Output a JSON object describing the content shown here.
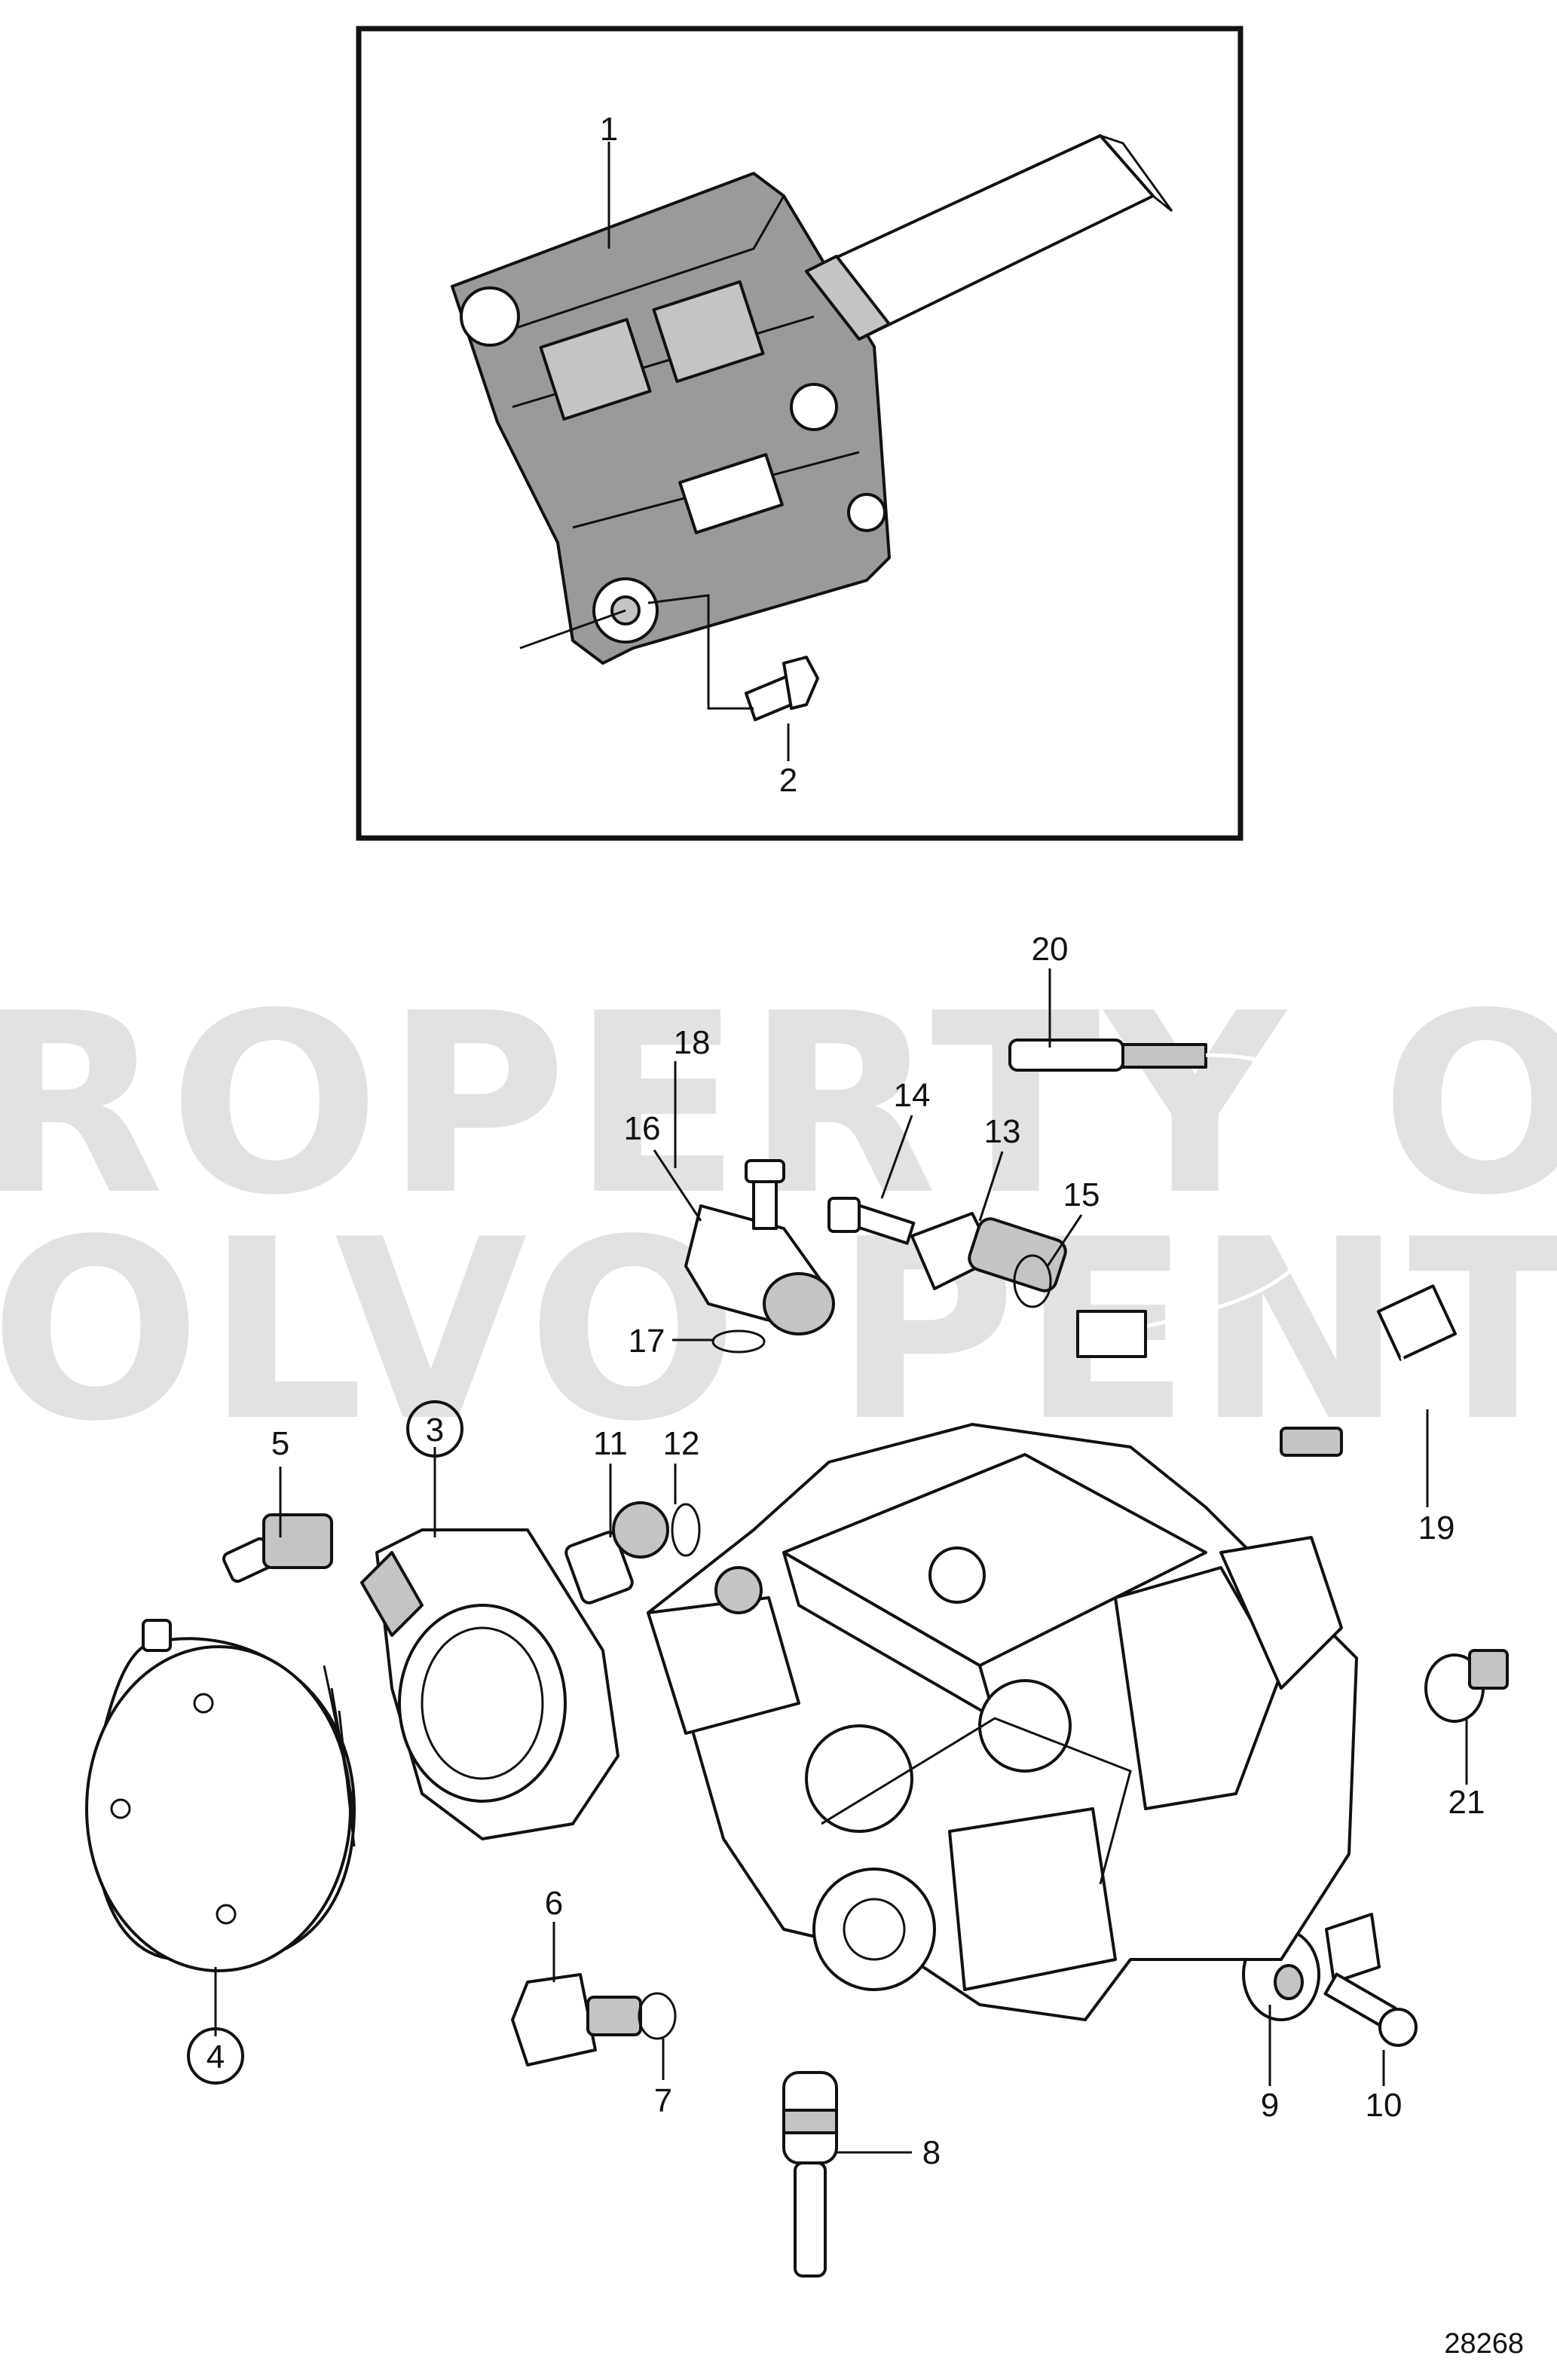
{
  "diagram": {
    "watermark": {
      "line1": "PROPERTY OF",
      "line2": "VOLVO PENTA"
    },
    "document_number": "28268",
    "callouts": [
      {
        "id": "1",
        "circled": false
      },
      {
        "id": "2",
        "circled": false
      },
      {
        "id": "3",
        "circled": true
      },
      {
        "id": "4",
        "circled": true
      },
      {
        "id": "5",
        "circled": false
      },
      {
        "id": "6",
        "circled": false
      },
      {
        "id": "7",
        "circled": false
      },
      {
        "id": "8",
        "circled": false
      },
      {
        "id": "9",
        "circled": false
      },
      {
        "id": "10",
        "circled": false
      },
      {
        "id": "11",
        "circled": false
      },
      {
        "id": "12",
        "circled": false
      },
      {
        "id": "13",
        "circled": false
      },
      {
        "id": "14",
        "circled": false
      },
      {
        "id": "15",
        "circled": false
      },
      {
        "id": "16",
        "circled": false
      },
      {
        "id": "17",
        "circled": false
      },
      {
        "id": "18",
        "circled": false
      },
      {
        "id": "19",
        "circled": false
      },
      {
        "id": "20",
        "circled": false
      },
      {
        "id": "21",
        "circled": false
      }
    ],
    "colors": {
      "line": "#111111",
      "watermark": "#e2e2e2",
      "ecu_fill": "#9a9a9a",
      "background": "#ffffff"
    }
  }
}
